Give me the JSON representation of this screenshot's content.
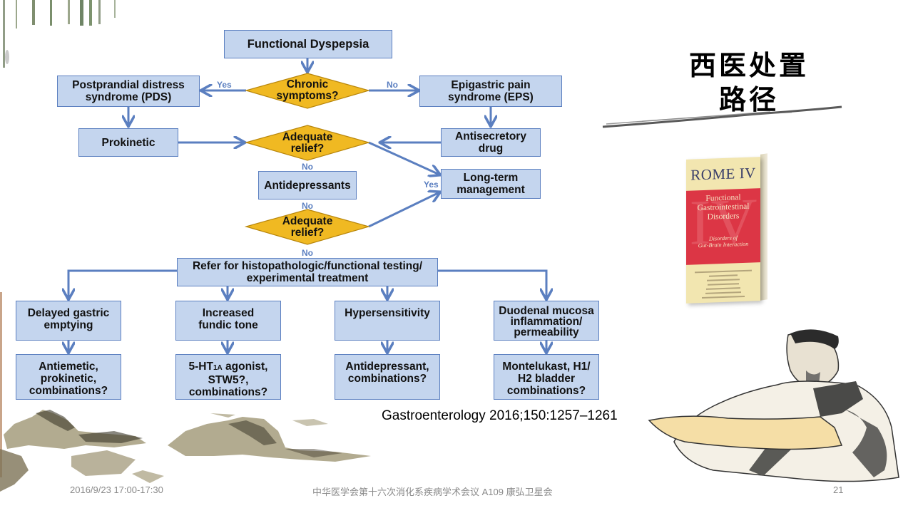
{
  "slide": {
    "title": "西医处置\n路径",
    "citation": "Gastroenterology 2016;150:1257–1261",
    "footer": {
      "date": "2016/9/23 17:00-17:30",
      "event": "中华医学会第十六次消化系疾病学术会议 A109 康弘卫星会",
      "page_number": "21"
    }
  },
  "book": {
    "title": "ROME IV",
    "numeral": "IV",
    "subtitle": "Functional\nGastrointestinal\nDisorders",
    "tagline": "Disorders of\nGut-Brain Interaction"
  },
  "colors": {
    "box_fill": "#c4d5ee",
    "box_border": "#5b7fc0",
    "diamond_fill": "#f0b922",
    "diamond_border": "#b8860b",
    "arrow": "#5b7fc0"
  },
  "flowchart": {
    "nodes": {
      "functional_dyspepsia": "Functional Dyspepsia",
      "chronic_symptoms": "Chronic\nsymptoms?",
      "pds": "Postprandial distress\nsyndrome (PDS)",
      "eps": "Epigastric pain\nsyndrome (EPS)",
      "prokinetic": "Prokinetic",
      "adequate_relief_1": "Adequate\nrelief?",
      "antisecretory": "Antisecretory\ndrug",
      "antidepressants": "Antidepressants",
      "long_term": "Long-term\nmanagement",
      "adequate_relief_2": "Adequate\nrelief?",
      "refer": "Refer for histopathologic/functional testing/\nexperimental treatment",
      "delayed_gastric": "Delayed gastric\nemptying",
      "fundic_tone": "Increased\nfundic tone",
      "hypersensitivity": "Hypersensitivity",
      "duodenal": "Duodenal mucosa\ninflammation/\npermeability",
      "antiemetic": "Antiemetic,\nprokinetic,\ncombinations?",
      "ht1a_pre": "5-HT",
      "ht1a_sub": "1A",
      "ht1a_post": " agonist,",
      "ht1a_rest": "STW5?,\ncombinations?",
      "antidepressant_comb": "Antidepressant,\ncombinations?",
      "montelukast": "Montelukast, H1/\nH2 bladder\ncombinations?"
    },
    "edge_labels": {
      "yes_pds": "Yes",
      "no_eps": "No",
      "no_relief1": "No",
      "yes_longterm": "Yes",
      "no_antidep": "No",
      "no_relief2": "No"
    }
  }
}
